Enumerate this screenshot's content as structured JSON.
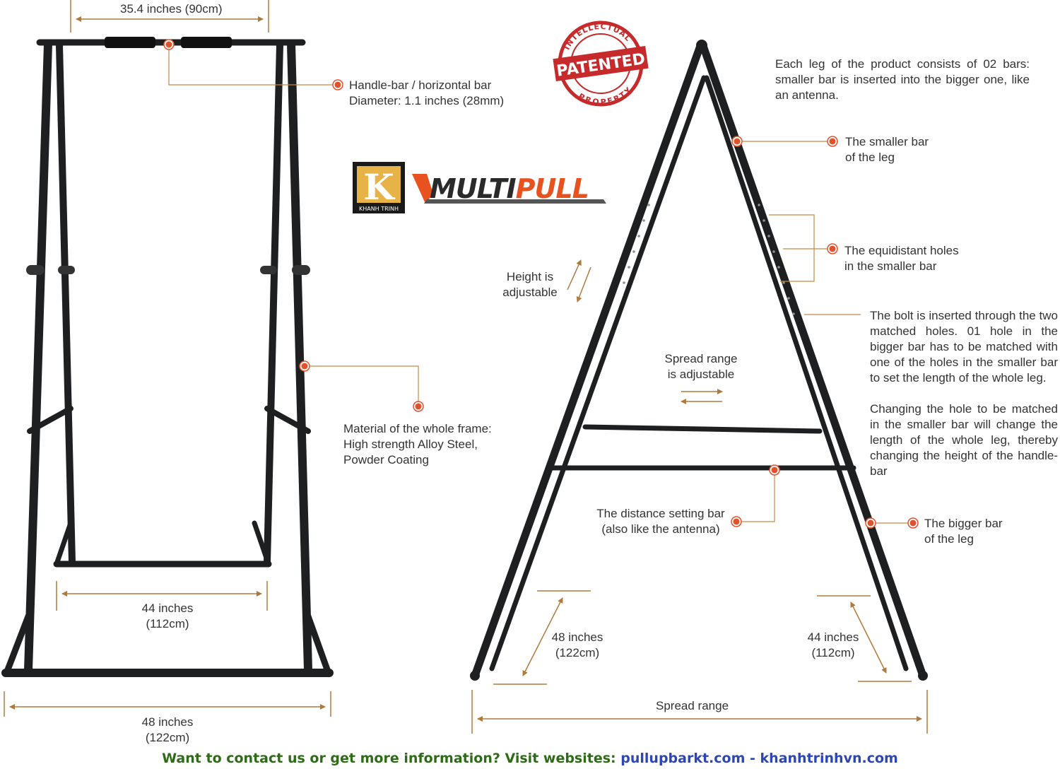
{
  "colors": {
    "frame": "#1e1f21",
    "accent": "#e0522c",
    "leader": "#c48a4a",
    "footer_text": "#2e6b16",
    "footer_link": "#2e46b4",
    "brand_dark": "#2a2a2a",
    "brand_orange": "#e8521e"
  },
  "front_view": {
    "top_width": "35.4 inches (90cm)",
    "handle_bar": [
      "Handle-bar / horizontal bar",
      "Diameter: 1.1 inches (28mm)"
    ],
    "material": [
      "Material of the whole frame:",
      "High strength Alloy Steel,",
      "Powder Coating"
    ],
    "inner_width": [
      "44 inches",
      "(112cm)"
    ],
    "base_width": [
      "48 inches",
      "(122cm)"
    ]
  },
  "logo": {
    "badge_letter": "K",
    "badge_caption": "KHANH TRINH",
    "brand_a": "MULTI",
    "brand_b": "PULL",
    "stamp_top": "INTELLECTUAL",
    "stamp_center": "PATENTED",
    "stamp_bottom": "PROPERTY"
  },
  "side_view": {
    "intro": "Each leg of the product consists of 02 bars: smaller bar is inserted into the bigger one, like an antenna.",
    "smaller_bar": [
      "The smaller bar",
      "of the leg"
    ],
    "holes": [
      "The equidistant holes",
      "in the smaller bar"
    ],
    "bolt_text": "The bolt is inserted through the two matched holes. 01 hole in the bigger bar has to be matched with one of the holes in the smaller bar to set the length of the whole leg.",
    "changing_text": "Changing the hole to be matched in the smaller bar will change the length of the whole leg, thereby changing the height of the handle-bar",
    "height_adj": [
      "Height is",
      "adjustable"
    ],
    "spread_adj": [
      "Spread range",
      "is adjustable"
    ],
    "distance_bar": [
      "The distance setting bar",
      "(also like the antenna)"
    ],
    "bigger_bar": [
      "The bigger bar",
      "of the leg"
    ],
    "left_leg": [
      "48 inches",
      "(122cm)"
    ],
    "right_leg": [
      "44 inches",
      "(112cm)"
    ],
    "spread_range": "Spread range"
  },
  "footer": {
    "prefix": "Want to contact us or get more information? Visit websites:",
    "site1": "pullupbarkt.com",
    "sep": "-",
    "site2": "khanhtrinhvn.com"
  }
}
